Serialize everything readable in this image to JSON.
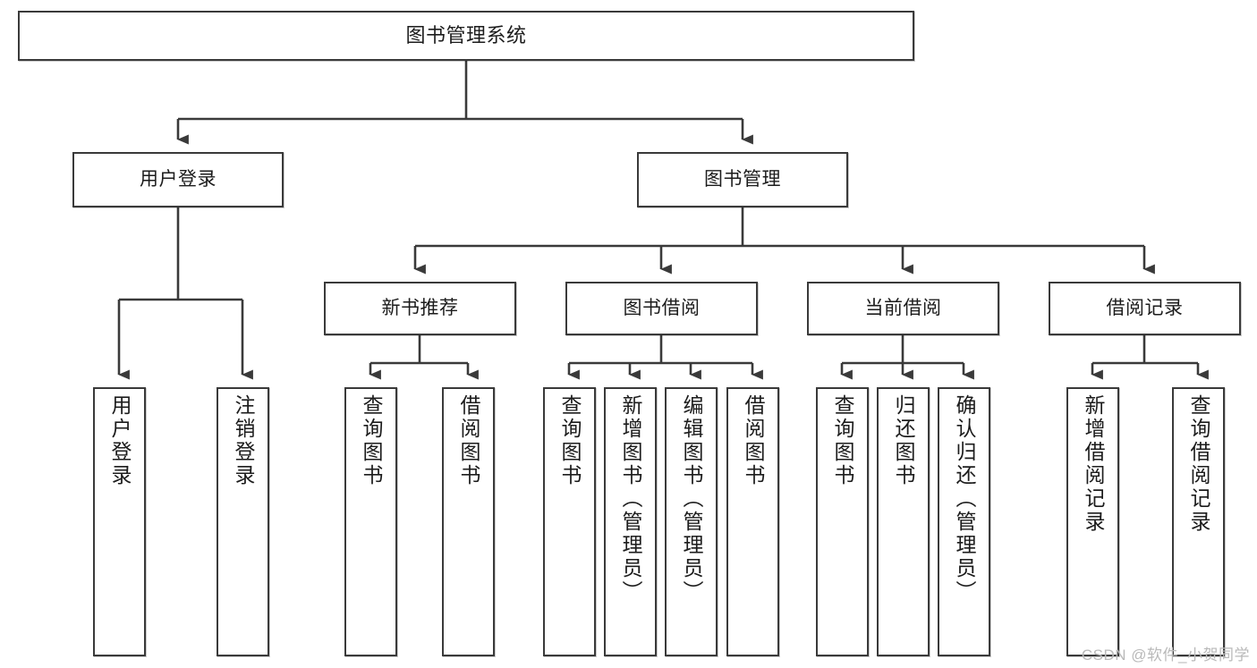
{
  "diagram": {
    "title": "图书管理系统",
    "type": "tree",
    "stroke_color": "#3a3a3a",
    "fill_color": "#ffffff",
    "text_color": "#1c1c1c",
    "root": {
      "label": "图书管理系统"
    },
    "level2": [
      {
        "label": "用户登录"
      },
      {
        "label": "图书管理"
      }
    ],
    "level3": [
      {
        "label": "新书推荐"
      },
      {
        "label": "图书借阅"
      },
      {
        "label": "当前借阅"
      },
      {
        "label": "借阅记录"
      }
    ],
    "leaves": {
      "user_login": [
        {
          "label": "用户登录"
        },
        {
          "label": "注销登录"
        }
      ],
      "new_book_recommend": [
        {
          "label": "查询图书"
        },
        {
          "label": "借阅图书"
        }
      ],
      "book_borrow": [
        {
          "label": "查询图书"
        },
        {
          "label": "新增图书（管理员）"
        },
        {
          "label": "编辑图书（管理员）"
        },
        {
          "label": "借阅图书"
        }
      ],
      "current_borrow": [
        {
          "label": "查询图书"
        },
        {
          "label": "归还图书"
        },
        {
          "label": "确认归还（管理员）"
        }
      ],
      "borrow_record": [
        {
          "label": "新增借阅记录"
        },
        {
          "label": "查询借阅记录"
        }
      ]
    }
  },
  "watermark": {
    "text": "CSDN @软件_小贺同学"
  }
}
